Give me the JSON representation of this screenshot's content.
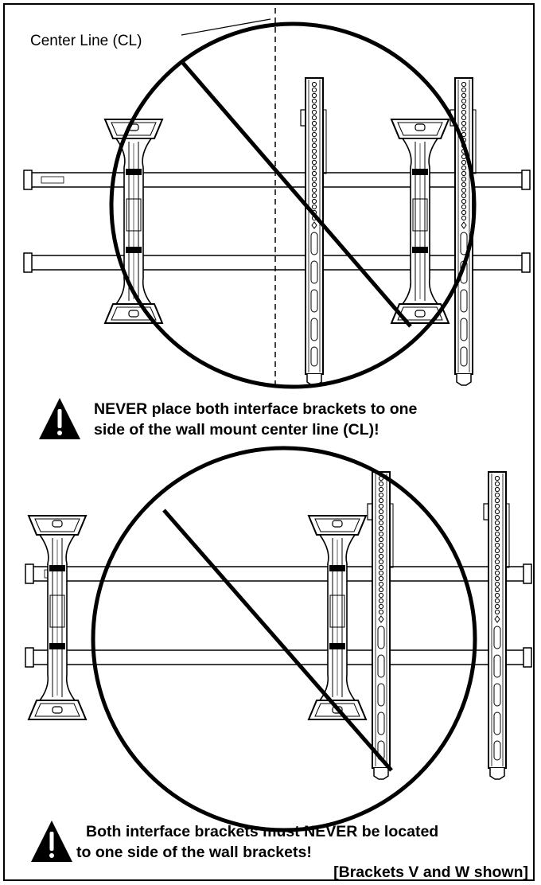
{
  "center_line_label": "Center Line (CL)",
  "warning_1": {
    "line_1": "NEVER place both interface brackets to one",
    "line_2": "side of the wall mount center line (CL)!"
  },
  "warning_2": {
    "line_1": "Both interface brackets must NEVER be located",
    "line_2": "to one side of the wall brackets!"
  },
  "caption": "[Brackets V and W shown]",
  "icons": {
    "warning": "warning-triangle-icon",
    "prohibition": "prohibition-circle-icon"
  }
}
